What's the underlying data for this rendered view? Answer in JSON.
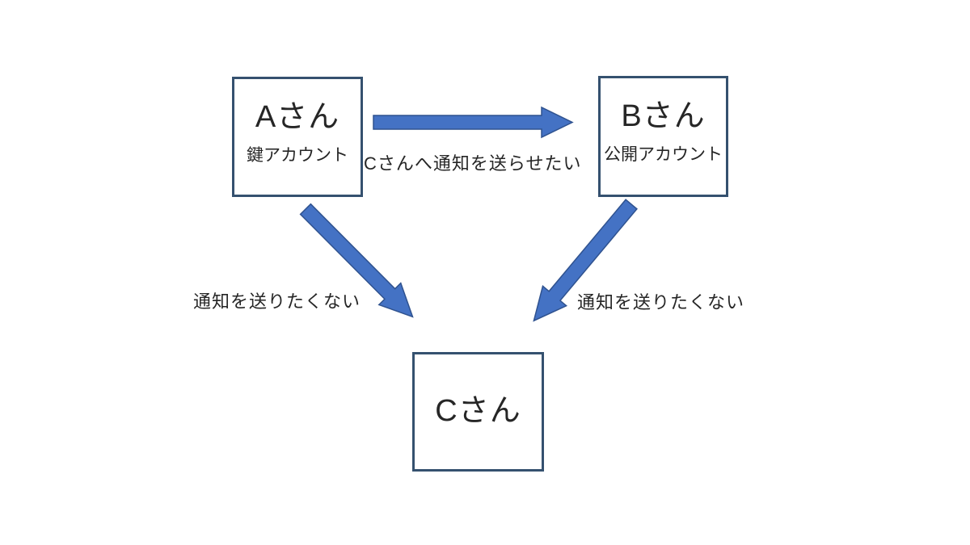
{
  "diagram": {
    "nodes": {
      "a": {
        "name": "Aさん",
        "subtitle": "鍵アカウント"
      },
      "b": {
        "name": "Bさん",
        "subtitle": "公開アカウント"
      },
      "c": {
        "name": "Cさん"
      }
    },
    "edges": {
      "a_to_b_label": "Cさんへ通知を送らせたい",
      "a_to_c_label": "通知を送りたくない",
      "b_to_c_label": "通知を送りたくない"
    }
  },
  "colors": {
    "arrow_fill": "#4472C4",
    "arrow_outline": "#2F528F",
    "box_border": "#35516F",
    "background": "#FFFFFF",
    "text": "#262626"
  }
}
